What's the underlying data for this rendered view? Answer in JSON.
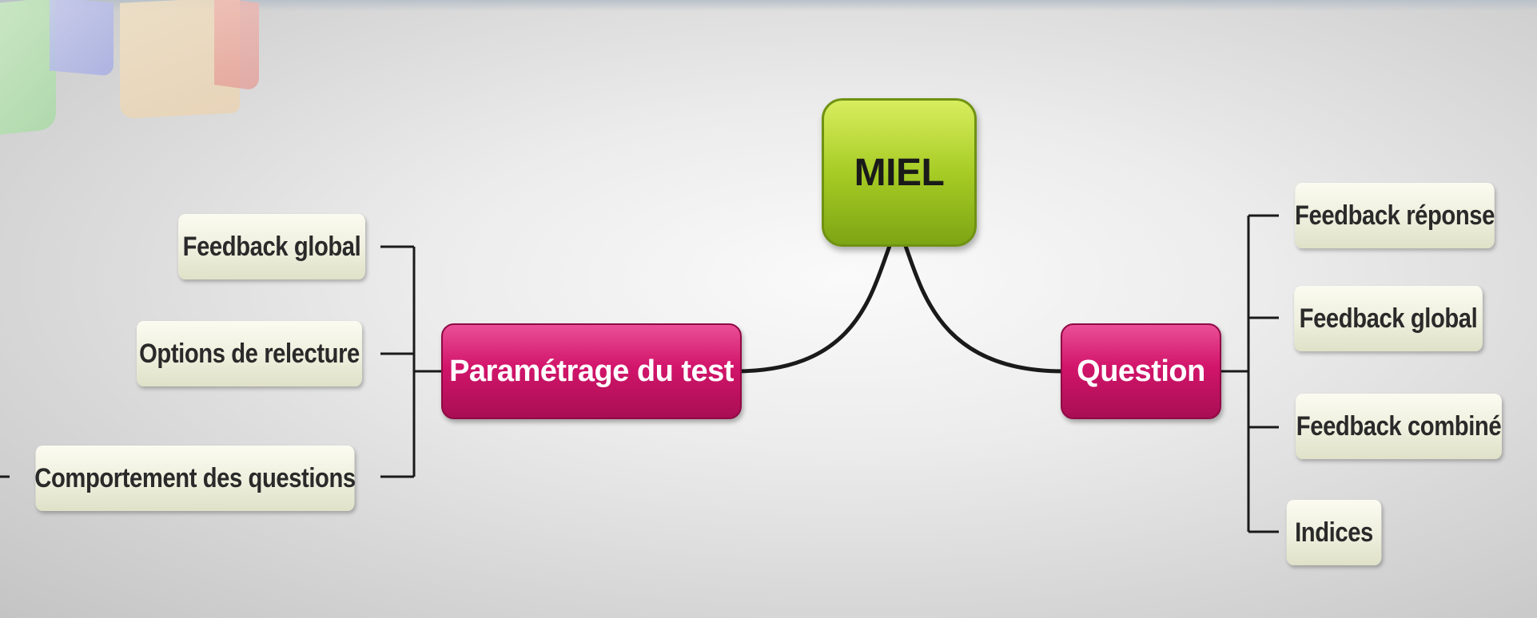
{
  "diagram": {
    "root": {
      "label": "MIEL"
    },
    "left_branch": {
      "label": "Paramétrage du test",
      "children": [
        "Feedback global",
        "Options de relecture",
        "Comportement des questions"
      ]
    },
    "right_branch": {
      "label": "Question",
      "children": [
        "Feedback réponse",
        "Feedback global",
        "Feedback combiné",
        "Indices"
      ]
    }
  },
  "colors": {
    "root": "#a7cc25",
    "branch": "#d2156b",
    "leaf": "#eeefdd",
    "connector": "#1a1a1a"
  }
}
